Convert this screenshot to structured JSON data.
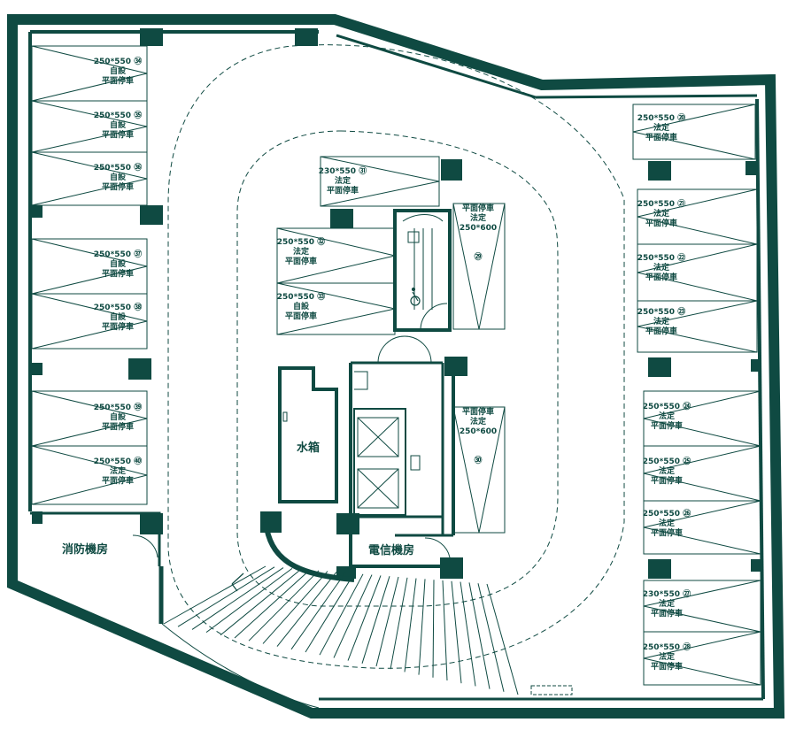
{
  "colors": {
    "wall": "#0f4a42",
    "line": "#0f4a42",
    "background": "#ffffff"
  },
  "rooms": {
    "water_tank": "水箱",
    "fire_room": "消防機房",
    "telecom_room": "電信機房"
  },
  "spots": [
    {
      "num": "㉞",
      "size": "250*550",
      "type": "自設",
      "mode": "平面停車"
    },
    {
      "num": "㉟",
      "size": "250*550",
      "type": "自設",
      "mode": "平面停車"
    },
    {
      "num": "㊱",
      "size": "250*550",
      "type": "自設",
      "mode": "平面停車"
    },
    {
      "num": "㊲",
      "size": "250*550",
      "type": "自設",
      "mode": "平面停車"
    },
    {
      "num": "㊳",
      "size": "250*550",
      "type": "自設",
      "mode": "平面停車"
    },
    {
      "num": "㊴",
      "size": "250*550",
      "type": "自設",
      "mode": "平面停車"
    },
    {
      "num": "㊵",
      "size": "250*550",
      "type": "法定",
      "mode": "平面停車"
    },
    {
      "num": "⑳",
      "size": "250*550",
      "type": "法定",
      "mode": "平面停車"
    },
    {
      "num": "㉑",
      "size": "250*550",
      "type": "法定",
      "mode": "平面停車"
    },
    {
      "num": "㉒",
      "size": "250*550",
      "type": "法定",
      "mode": "平面停車"
    },
    {
      "num": "㉓",
      "size": "250*550",
      "type": "法定",
      "mode": "平面停車"
    },
    {
      "num": "㉔",
      "size": "250*550",
      "type": "法定",
      "mode": "平面停車"
    },
    {
      "num": "㉕",
      "size": "250*550",
      "type": "法定",
      "mode": "平面停車"
    },
    {
      "num": "㉖",
      "size": "250*550",
      "type": "法定",
      "mode": "平面停車"
    },
    {
      "num": "㉗",
      "size": "230*550",
      "type": "法定",
      "mode": "平面停車"
    },
    {
      "num": "㉘",
      "size": "250*550",
      "type": "法定",
      "mode": "平面停車"
    },
    {
      "num": "㉛",
      "size": "230*550",
      "type": "法定",
      "mode": "平面停車"
    },
    {
      "num": "㉜",
      "size": "250*550",
      "type": "法定",
      "mode": "平面停車"
    },
    {
      "num": "㉝",
      "size": "250*550",
      "type": "自設",
      "mode": "平面停車"
    },
    {
      "num": "㉙",
      "size": "250*600",
      "type": "法定",
      "mode": "平面停車"
    },
    {
      "num": "㉚",
      "size": "250*600",
      "type": "法定",
      "mode": "平面停車"
    }
  ]
}
